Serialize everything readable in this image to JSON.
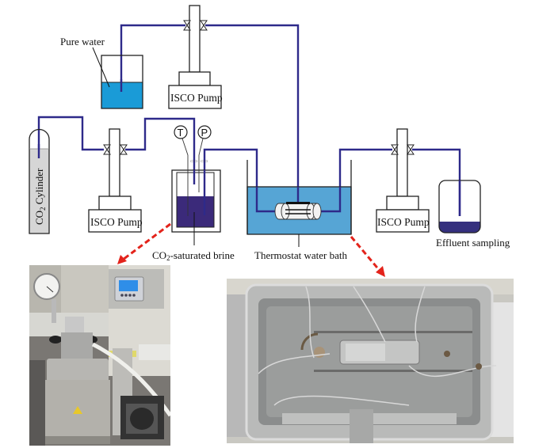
{
  "figure": {
    "labels": {
      "pure_water": "Pure water",
      "isco_pump_top": "ISCO Pump",
      "isco_pump_left": "ISCO Pump",
      "isco_pump_right": "ISCO Pump",
      "co2_cylinder_prefix": "CO",
      "co2_cylinder_sub": "2",
      "co2_cylinder_suffix": " Cylinder",
      "brine_prefix": "CO",
      "brine_sub": "2",
      "brine_suffix": "-saturated brine",
      "thermostat_bath": "Thermostat water bath",
      "effluent": "Effluent sampling",
      "temperature_gauge": "T",
      "pressure_gauge": "P"
    },
    "photos": {
      "reactor": "Photograph of CO2-saturated brine reactor vessel with pressure gauge and controller",
      "bath": "Photograph of thermostat water bath containing core holder and tubing"
    },
    "colors": {
      "pipe": "#2e2a8a",
      "water": "#1a9bd7",
      "bath_water": "#56a5d5",
      "brine": "#3b2a7a",
      "effluent": "#35307e",
      "cylinder_gas": "#d6d6d6",
      "arrow": "#e3231b"
    }
  }
}
